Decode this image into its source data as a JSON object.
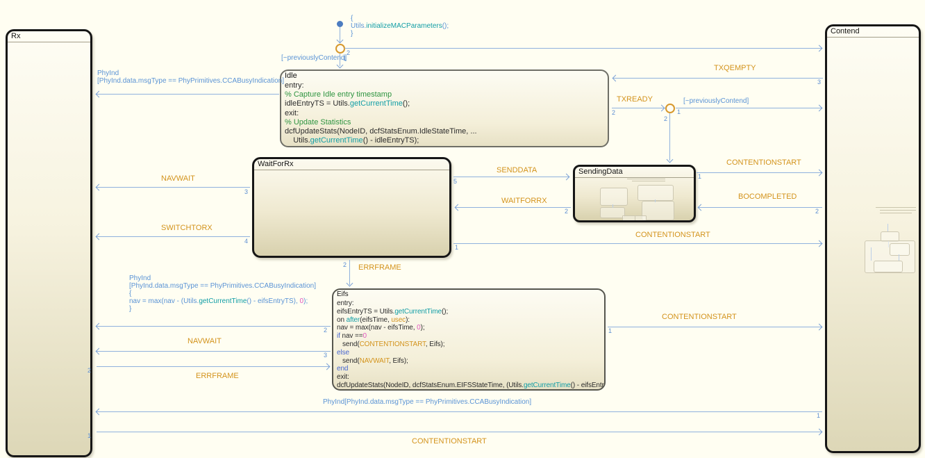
{
  "states": {
    "rx": {
      "title": "Rx"
    },
    "contend": {
      "title": "Contend"
    },
    "waitforrx": {
      "title": "WaitForRx"
    },
    "sendingdata": {
      "title": "SendingData"
    },
    "idle": {
      "title": "Idle",
      "code": [
        [
          [
            "entry:",
            "k"
          ]
        ],
        [
          [
            "% Capture Idle entry timestamp",
            "c"
          ]
        ],
        [
          [
            "idleEntryTS = Utils.",
            "k"
          ],
          [
            "getCurrentTime",
            "t"
          ],
          [
            "();",
            "k"
          ]
        ],
        [
          [
            "exit:",
            "k"
          ]
        ],
        [
          [
            "% Update Statistics",
            "c"
          ]
        ],
        [
          [
            "dcfUpdateStats(NodeID, dcfStatsEnum.IdleStateTime, ...",
            "k"
          ]
        ],
        [
          [
            "    Utils.",
            "k"
          ],
          [
            "getCurrentTime",
            "t"
          ],
          [
            "() - idleEntryTS);",
            "k"
          ]
        ]
      ]
    },
    "eifs": {
      "title": "Eifs",
      "code": [
        [
          [
            "entry:",
            "k"
          ]
        ],
        [
          [
            "eifsEntryTS = Utils.",
            "k"
          ],
          [
            "getCurrentTime",
            "t"
          ],
          [
            "();",
            "k"
          ]
        ],
        [
          [
            "on ",
            "k"
          ],
          [
            "after",
            "t"
          ],
          [
            "(eifsTime, ",
            "k"
          ],
          [
            "usec",
            "o"
          ],
          [
            "):",
            "k"
          ]
        ],
        [
          [
            "nav = max(nav - eifsTime, ",
            "k"
          ],
          [
            "0",
            "m"
          ],
          [
            ");",
            "k"
          ]
        ],
        [
          [
            "if",
            "b"
          ],
          [
            " nav ==",
            "k"
          ],
          [
            "0",
            "m"
          ]
        ],
        [
          [
            "   send(",
            "k"
          ],
          [
            "CONTENTIONSTART",
            "o"
          ],
          [
            ", Eifs);",
            "k"
          ]
        ],
        [
          [
            "else",
            "b"
          ]
        ],
        [
          [
            "   send(",
            "k"
          ],
          [
            "NAVWAIT",
            "o"
          ],
          [
            ", Eifs);",
            "k"
          ]
        ],
        [
          [
            "end",
            "b"
          ]
        ],
        [
          [
            "exit:",
            "k"
          ]
        ],
        [
          [
            "dcfUpdateStats(NodeID, dcfStatsEnum.EIFSStateTime, (Utils.",
            "k"
          ],
          [
            "getCurrentTime",
            "t"
          ],
          [
            "() - eifsEntryTS));",
            "k"
          ]
        ]
      ]
    }
  },
  "labels": {
    "txqempty": "TXQEMPTY",
    "txready": "TXREADY",
    "not_prev_contend": "[~previouslyContend]",
    "senddata": "SENDDATA",
    "waitforrx_ev": "WAITFORRX",
    "navwait": "NAVWAIT",
    "switchtorx": "SWITCHTORX",
    "errframe": "ERRFRAME",
    "contentionstart": "CONTENTIONSTART",
    "bocompleted": "BOCOMPLETED",
    "phyind_simple": "PhyInd[PhyInd.data.msgType == PhyPrimitives.CCABusyIndication]"
  },
  "label_blocks": {
    "init_action": [
      [
        [
          "{",
          "bl"
        ]
      ],
      [
        [
          "Utils.",
          "bl"
        ],
        [
          "initializeMACParameters",
          "t"
        ],
        [
          "();",
          "bl"
        ]
      ],
      [
        [
          "}",
          "bl"
        ]
      ]
    ],
    "phyind_idle": [
      [
        [
          "PhyInd",
          "bl"
        ]
      ],
      [
        [
          "[PhyInd.data.msgType == PhyPrimitives.CCABusyIndication]",
          "bl"
        ]
      ]
    ],
    "phyind_eifs": [
      [
        [
          "PhyInd",
          "bl"
        ]
      ],
      [
        [
          "[PhyInd.data.msgType == PhyPrimitives.CCABusyIndication]",
          "bl"
        ]
      ],
      [
        [
          "{",
          "bl"
        ]
      ],
      [
        [
          "nav = max(nav - (Utils.",
          "bl"
        ],
        [
          "getCurrentTime",
          "t"
        ],
        [
          "() - eifsEntryTS), ",
          "bl"
        ],
        [
          "0",
          "m"
        ],
        [
          ");",
          "bl"
        ]
      ],
      [
        [
          "}",
          "bl"
        ]
      ]
    ]
  },
  "ports": {
    "p1": "1",
    "p2": "2",
    "p3": "3",
    "p4": "4",
    "p5": "5"
  },
  "colors": {
    "event_label": "#d3931c",
    "condition_label": "#5a93d5",
    "transition_line": "#8fb1dd",
    "junction": "#d6982c",
    "comment": "#2e9440",
    "function": "#109da5",
    "number_literal": "#e057be",
    "keyword": "#4766cf"
  }
}
